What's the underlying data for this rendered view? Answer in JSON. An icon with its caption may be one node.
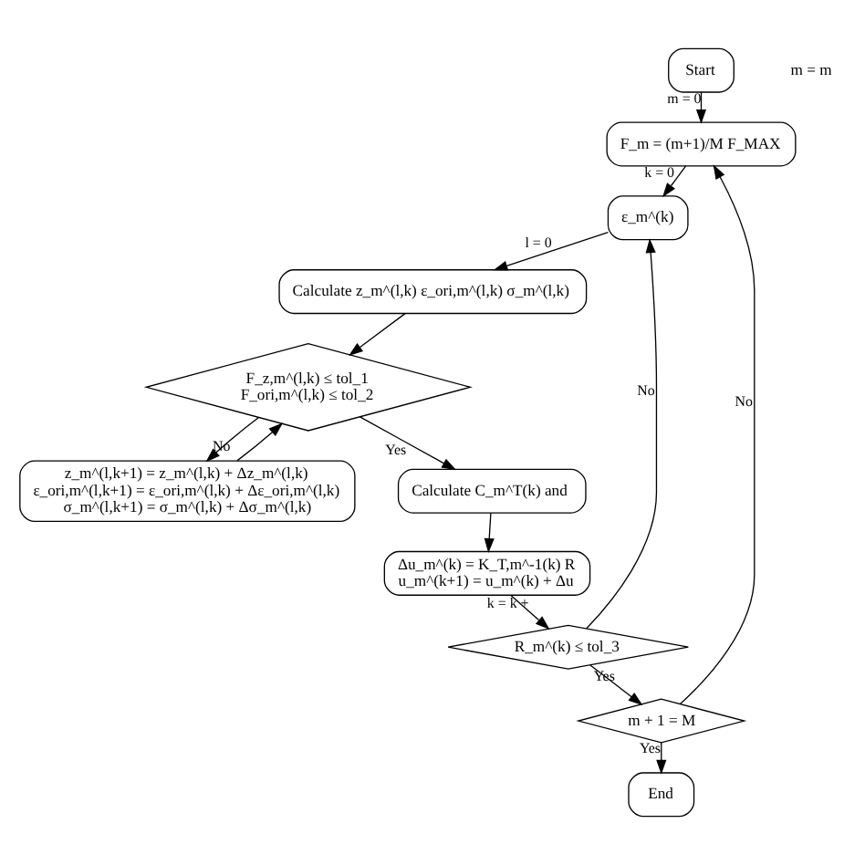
{
  "diagram": {
    "nodes": [
      {
        "text": [
          "Start"
        ]
      },
      {
        "text": [
          "F_m = (m+1)/M F_MAX"
        ]
      },
      {
        "text": [
          "ε_m^(k)"
        ]
      },
      {
        "text": [
          "Calculate z_m^(l,k) ε_ori,m^(l,k) σ_m^(l,k)"
        ]
      },
      {
        "text": [
          "F_z,m^(l,k) ≤ tol_1",
          "F_ori,m^(l,k) ≤ tol_2"
        ]
      },
      {
        "text": [
          "z_m^(l,k+1) = z_m^(l,k) + Δz_m^(l,k)",
          "ε_ori,m^(l,k+1) = ε_ori,m^(l,k) + Δε_ori,m^(l,k)",
          "σ_m^(l,k+1) = σ_m^(l,k) + Δσ_m^(l,k)"
        ]
      },
      {
        "text": [
          "Calculate C_m^T(k) and"
        ]
      },
      {
        "text": [
          "Δu_m^(k) = K_T,m^-1(k) R",
          "u_m^(k+1) = u_m^(k) + Δu"
        ]
      },
      {
        "text": [
          "R_m^(k) ≤ tol_3"
        ]
      },
      {
        "text": [
          "m + 1 = M"
        ]
      },
      {
        "text": [
          "End"
        ]
      }
    ],
    "edges": [
      {
        "from": 0,
        "to": 1,
        "arrow": "to",
        "label": "m = 0"
      },
      {
        "from": 1,
        "to": 2,
        "arrow": "to",
        "label": "k = 0"
      },
      {
        "from": 2,
        "to": 3,
        "arrow": "to",
        "label": "l = 0"
      },
      {
        "from": 3,
        "to": 4,
        "arrow": "to"
      },
      {
        "from": 4,
        "to": 5,
        "arrow": "to",
        "label": "No"
      },
      {
        "from": 5,
        "to": 4,
        "arrow": "to"
      },
      {
        "from": 4,
        "to": 6,
        "arrow": "to",
        "label": "Yes"
      },
      {
        "from": 6,
        "to": 7,
        "arrow": "to"
      },
      {
        "from": 7,
        "to": 8,
        "arrow": "to",
        "label": "k = k +"
      },
      {
        "from": 8,
        "to": 9,
        "arrow": "to",
        "label": "Yes"
      },
      {
        "from": 9,
        "to": 10,
        "arrow": "to",
        "label": "Yes"
      },
      {
        "from": 9,
        "to": 1,
        "arrow": "to",
        "label": "No"
      },
      {
        "from": 8,
        "to": 2,
        "arrow": "to",
        "label": "No"
      }
    ],
    "labels": [
      "m = m"
    ]
  }
}
